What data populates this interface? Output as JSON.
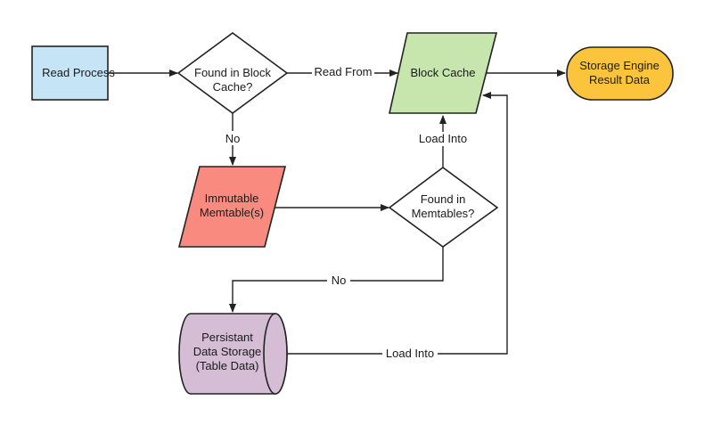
{
  "diagram": {
    "type": "flowchart",
    "nodes": {
      "read_process": {
        "label": "Read Process",
        "shape": "rectangle",
        "color": "#c5e5f7"
      },
      "found_in_block_cache": {
        "label_lines": [
          "Found in Block",
          "Cache?"
        ],
        "shape": "diamond",
        "color": "#ffffff"
      },
      "block_cache": {
        "label": "Block Cache",
        "shape": "parallelogram",
        "color": "#c6e6ad"
      },
      "storage_engine_result": {
        "label_lines": [
          "Storage Engine",
          "Result Data"
        ],
        "shape": "terminator",
        "color": "#fcc43c"
      },
      "immutable_memtables": {
        "label_lines": [
          "Immutable",
          "Memtable(s)"
        ],
        "shape": "parallelogram",
        "color": "#f98a80"
      },
      "found_in_memtables": {
        "label_lines": [
          "Found in",
          "Memtables?"
        ],
        "shape": "diamond",
        "color": "#ffffff"
      },
      "persistent_storage": {
        "label_lines": [
          "Persistant",
          "Data Storage",
          "(Table Data)"
        ],
        "shape": "cylinder",
        "color": "#d5bdd6"
      }
    },
    "edges": [
      {
        "from": "read_process",
        "to": "found_in_block_cache",
        "label": ""
      },
      {
        "from": "found_in_block_cache",
        "to": "block_cache",
        "label": "Read From"
      },
      {
        "from": "block_cache",
        "to": "storage_engine_result",
        "label": ""
      },
      {
        "from": "found_in_block_cache",
        "to": "immutable_memtables",
        "label": "No"
      },
      {
        "from": "immutable_memtables",
        "to": "found_in_memtables",
        "label": ""
      },
      {
        "from": "found_in_memtables",
        "to": "block_cache",
        "label": "Load Into"
      },
      {
        "from": "found_in_memtables",
        "to": "persistent_storage",
        "label": "No"
      },
      {
        "from": "persistent_storage",
        "to": "block_cache",
        "label": "Load Into"
      }
    ]
  }
}
